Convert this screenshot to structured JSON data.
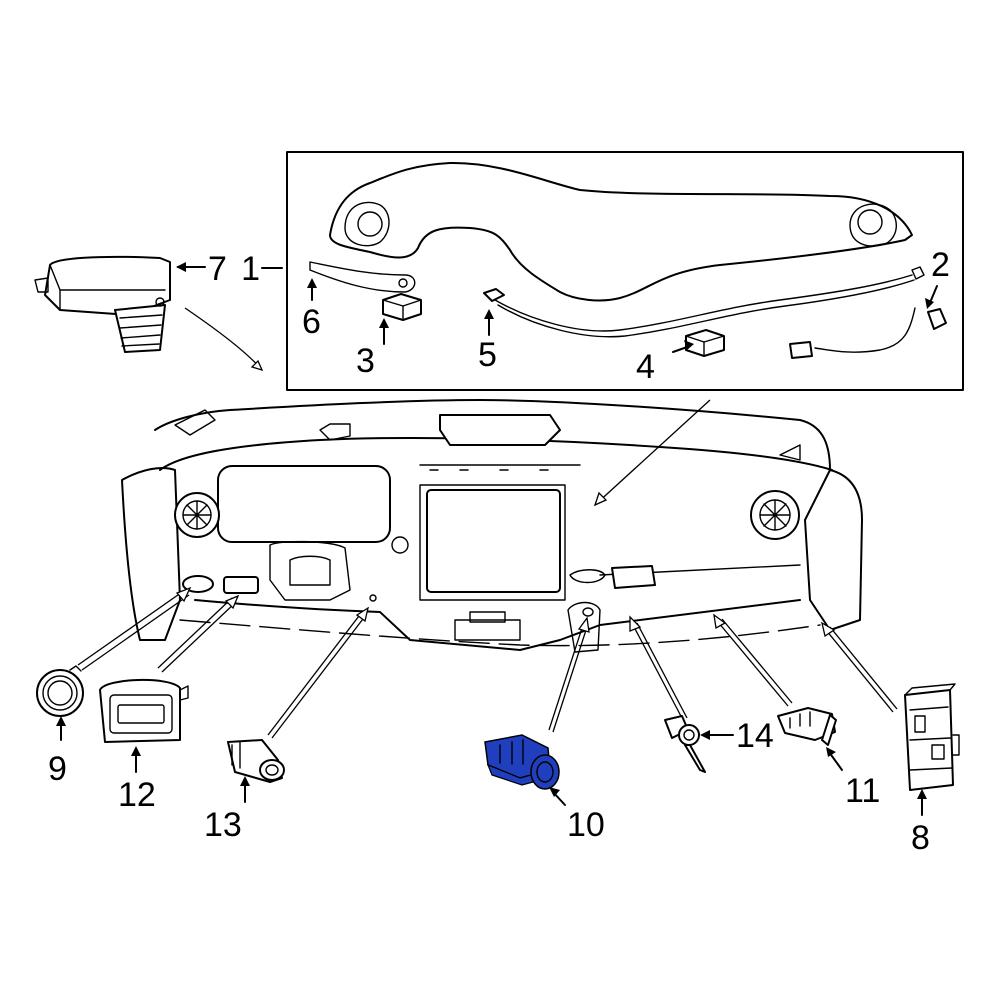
{
  "callouts": {
    "c1": "1",
    "c2": "2",
    "c3": "3",
    "c4": "4",
    "c5": "5",
    "c6": "6",
    "c7": "7",
    "c8": "8",
    "c9": "9",
    "c10": "10",
    "c11": "11",
    "c12": "12",
    "c13": "13",
    "c14": "14"
  },
  "highlight": {
    "part": "10",
    "color": "#1f3fbf"
  }
}
